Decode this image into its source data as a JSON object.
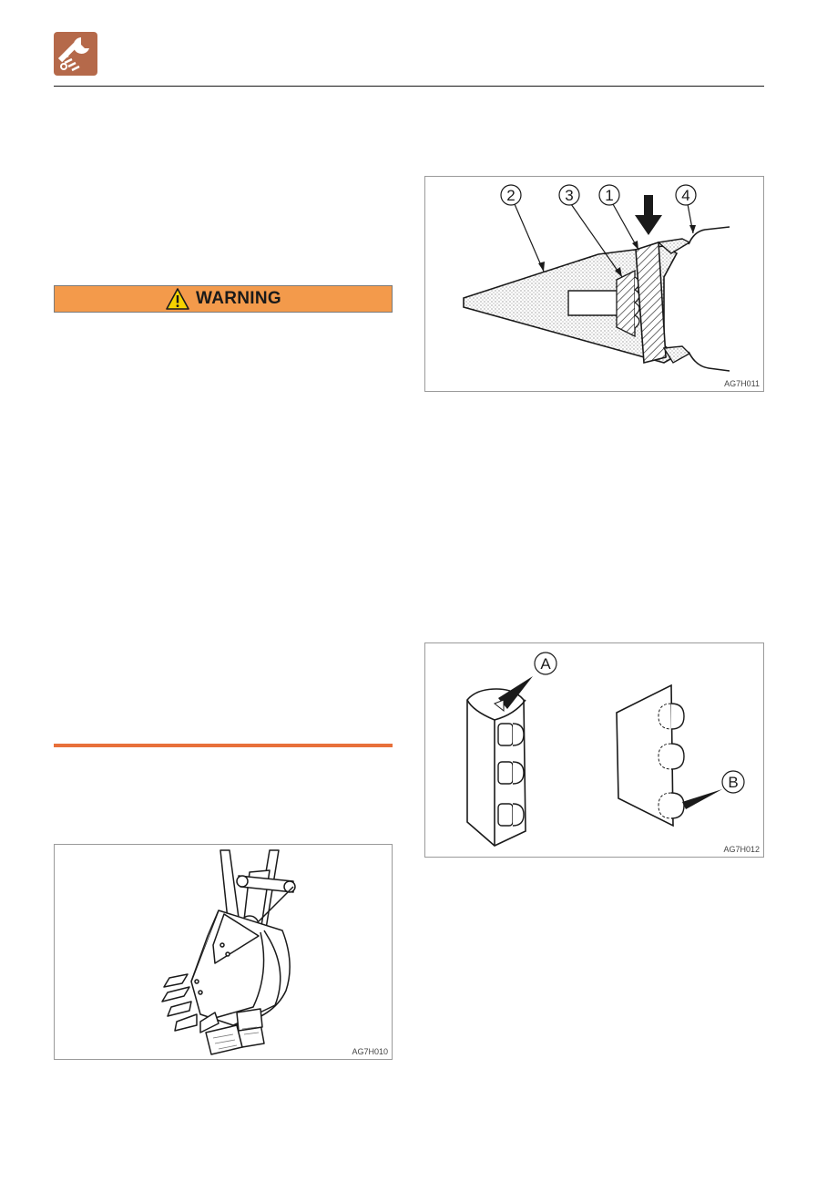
{
  "header": {
    "icon": "wrench-spring-maintenance-icon"
  },
  "warning": {
    "label": "WARNING",
    "icon": "warning-triangle-icon"
  },
  "colors": {
    "warning_fill": "#f39a4b",
    "section_rule": "#e8703a",
    "icon_bg": "#b5694a"
  },
  "figures": {
    "bucket": {
      "code": "AG7H010"
    },
    "tooth": {
      "code": "AG7H011",
      "callouts": [
        "2",
        "3",
        "1",
        "4"
      ]
    },
    "pin": {
      "code": "AG7H012",
      "callouts": [
        "A",
        "B"
      ]
    }
  }
}
